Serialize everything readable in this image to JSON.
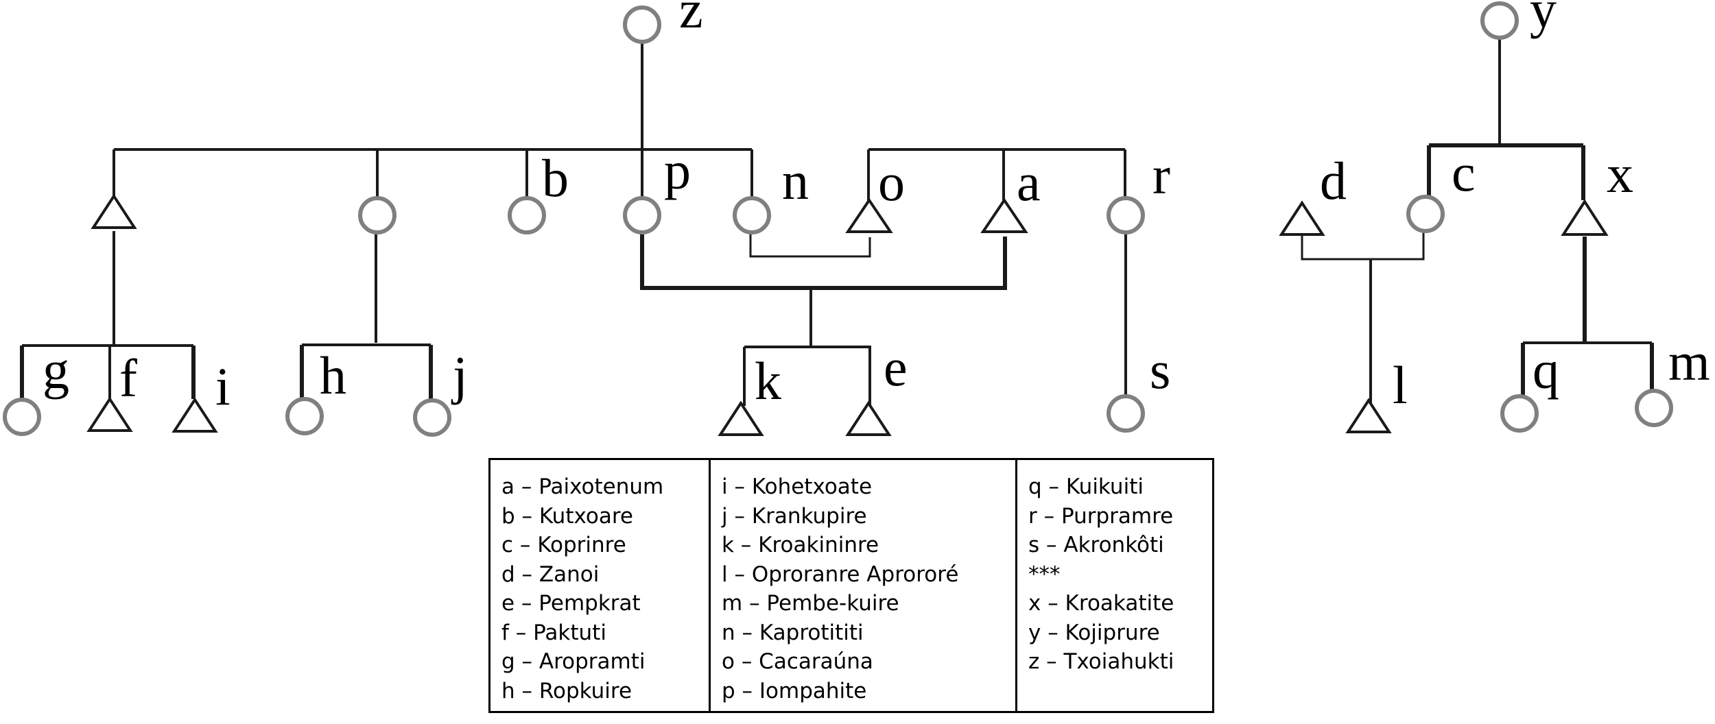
{
  "nodes": {
    "z": "z",
    "y": "y",
    "b": "b",
    "p": "p",
    "n": "n",
    "o": "o",
    "a": "a",
    "r": "r",
    "d": "d",
    "c": "c",
    "x": "x",
    "g": "g",
    "f": "f",
    "i": "i",
    "h": "h",
    "j": "j",
    "k": "k",
    "e": "e",
    "s": "s",
    "l": "l",
    "q": "q",
    "m": "m"
  },
  "legend": {
    "columns": [
      [
        "a – Paixotenum",
        "b – Kutxoare",
        "c – Koprinre",
        "d – Zanoi",
        "e – Pempkrat",
        "f – Paktuti",
        "g – Aropramti",
        "h – Ropkuire"
      ],
      [
        "i – Kohetxoate",
        "j – Krankupire",
        "k – Kroakininre",
        "l – Oproranre Aprororé",
        "m – Pembe-kuire",
        "n – Kaprotititi",
        "o – Cacaraúna",
        "p – Iompahite"
      ],
      [
        "q – Kuikuiti",
        "r – Purpramre",
        "s – Akronkôti",
        "***",
        "x – Kroakatite",
        "y – Kojiprure",
        "z – Txoiahukti"
      ]
    ]
  }
}
